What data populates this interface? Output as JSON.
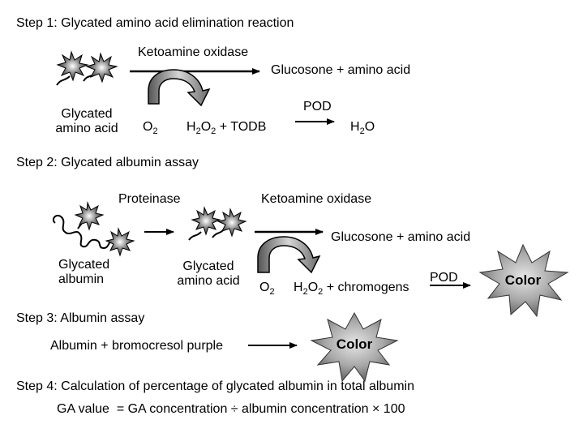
{
  "step1": {
    "title": "Step 1: Glycated amino acid elimination reaction",
    "enzyme": "Ketoamine oxidase",
    "product": "Glucosone + amino acid",
    "substrate_line1": "Glycated",
    "substrate_line2": "amino acid",
    "o2": {
      "base": "O",
      "sub": "2"
    },
    "h2o2_todb": {
      "p1": "H",
      "s1": "2",
      "p2": "O",
      "s2": "2",
      "p3": " + TODB"
    },
    "pod": "POD",
    "h2o": {
      "p1": "H",
      "s1": "2",
      "p2": "O"
    }
  },
  "step2": {
    "title": "Step 2: Glycated albumin assay",
    "proteinase": "Proteinase",
    "enzyme": "Ketoamine oxidase",
    "product": "Glucosone + amino acid",
    "albumin_line1": "Glycated",
    "albumin_line2": "albumin",
    "aa_line1": "Glycated",
    "aa_line2": "amino acid",
    "o2": {
      "base": "O",
      "sub": "2"
    },
    "h2o2_chromogens": {
      "p1": "H",
      "s1": "2",
      "p2": "O",
      "s2": "2",
      "p3": " + chromogens"
    },
    "pod": "POD",
    "color": "Color"
  },
  "step3": {
    "title": "Step 3: Albumin assay",
    "reagents": "Albumin + bromocresol purple",
    "color": "Color"
  },
  "step4": {
    "title": "Step 4: Calculation of percentage of glycated albumin in total albumin",
    "formula": "GA value  = GA concentration ÷ albumin concentration × 100"
  },
  "colors": {
    "star_fill_center": "#d9d9d9",
    "star_fill_edge": "#6b6b6b",
    "curved_arrow_center": "#cfcfcf",
    "curved_arrow_edge": "#6a6a6a"
  }
}
